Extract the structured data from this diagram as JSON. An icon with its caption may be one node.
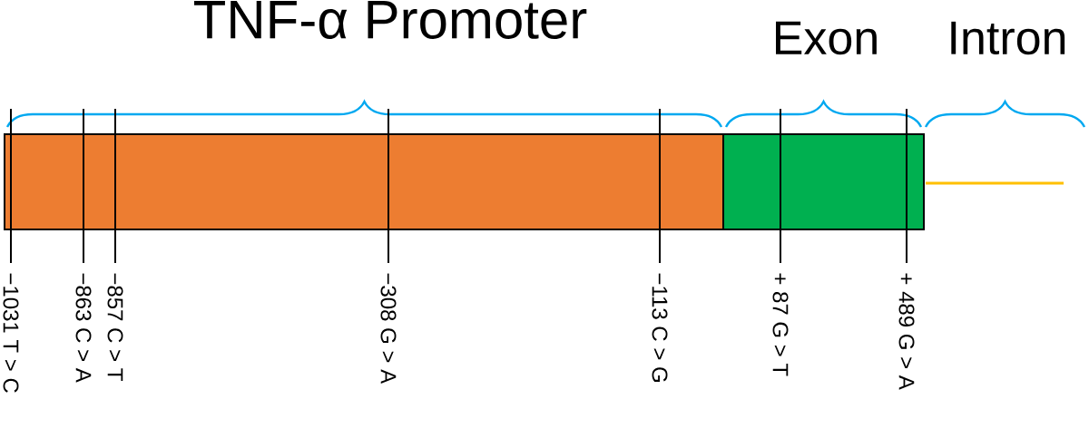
{
  "diagram": {
    "nodes": [
      {
        "text": [
          "TNF-α Promoter"
        ]
      },
      {
        "text": [
          "Exon"
        ]
      },
      {
        "text": [
          "Intron"
        ]
      }
    ],
    "labels": [
      "−1031 T > C",
      "−863 C > A",
      "−857 C > T",
      "−308 G > A",
      "−113 C > G",
      "+ 87 G > T",
      "+ 489 G > A"
    ]
  }
}
